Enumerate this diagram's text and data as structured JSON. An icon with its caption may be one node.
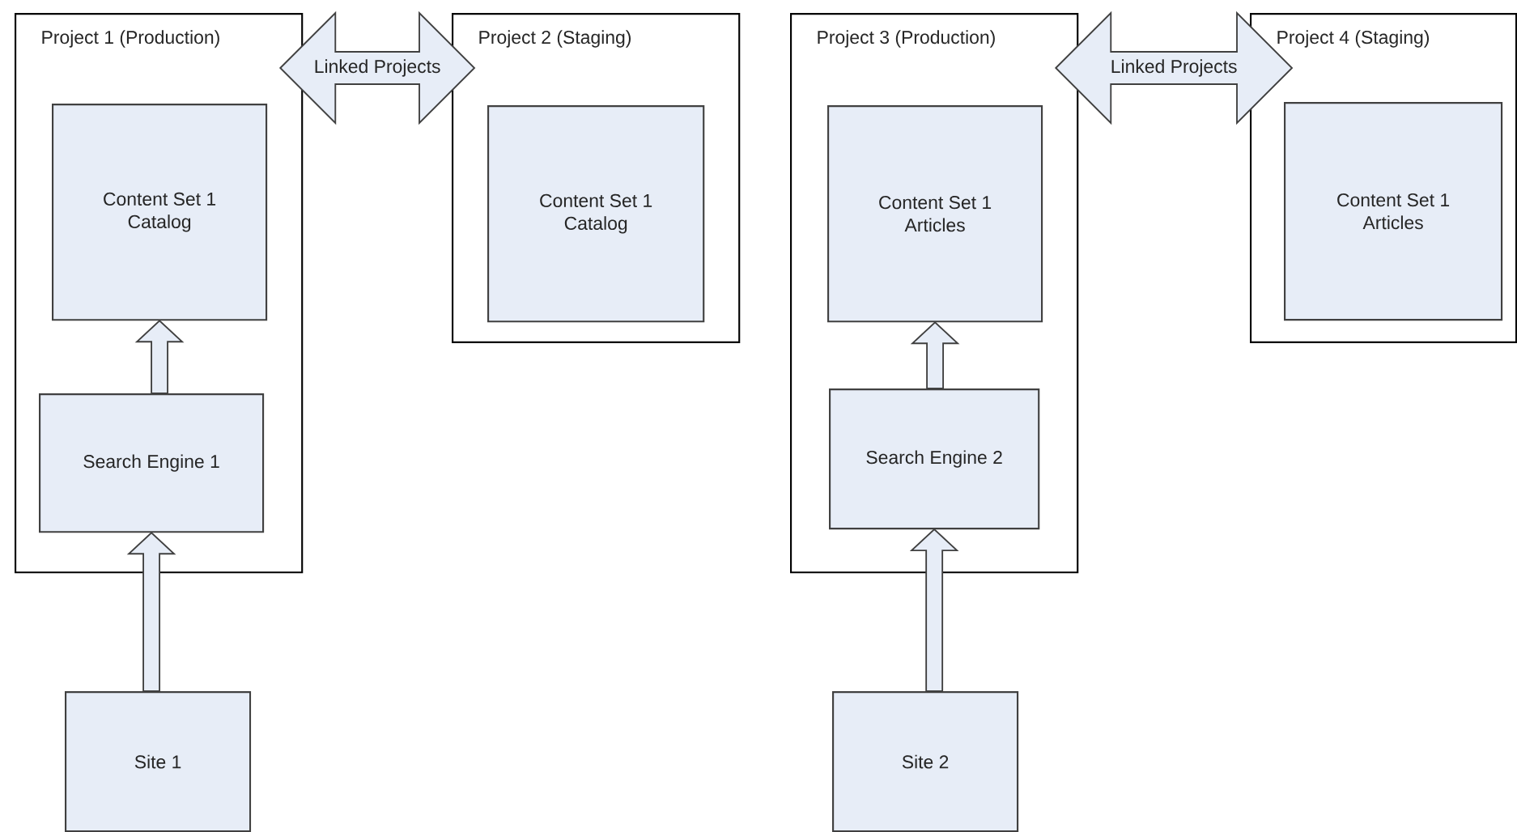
{
  "diagram": {
    "nodes": [
      {
        "text": [
          "Project 1 (Production)"
        ]
      },
      {
        "text": [
          "Content Set 1",
          "Catalog"
        ],
        "in": 0
      },
      {
        "text": [
          "Search Engine 1"
        ],
        "in": 0
      },
      {
        "text": [
          "Site 1"
        ]
      },
      {
        "text": [
          "Project 2 (Staging)"
        ]
      },
      {
        "text": [
          "Content Set 1",
          "Catalog"
        ],
        "in": 4
      },
      {
        "text": [
          "Project 3 (Production)"
        ]
      },
      {
        "text": [
          "Content Set 1",
          "Articles"
        ],
        "in": 6
      },
      {
        "text": [
          "Search Engine 2"
        ],
        "in": 6
      },
      {
        "text": [
          "Site 2"
        ]
      },
      {
        "text": [
          "Project 4 (Staging)"
        ]
      },
      {
        "text": [
          "Content Set 1",
          "Articles"
        ],
        "in": 10
      }
    ],
    "edges": [
      {
        "from": 0,
        "to": 4,
        "arrow": "both",
        "style": "thick",
        "label": "Linked Projects"
      },
      {
        "from": 3,
        "to": 2,
        "arrow": "to",
        "style": "thick"
      },
      {
        "from": 2,
        "to": 1,
        "arrow": "to",
        "style": "thick"
      },
      {
        "from": 6,
        "to": 10,
        "arrow": "both",
        "style": "thick",
        "label": "Linked Projects"
      },
      {
        "from": 9,
        "to": 8,
        "arrow": "to",
        "style": "thick"
      },
      {
        "from": 8,
        "to": 7,
        "arrow": "to",
        "style": "thick"
      }
    ]
  }
}
